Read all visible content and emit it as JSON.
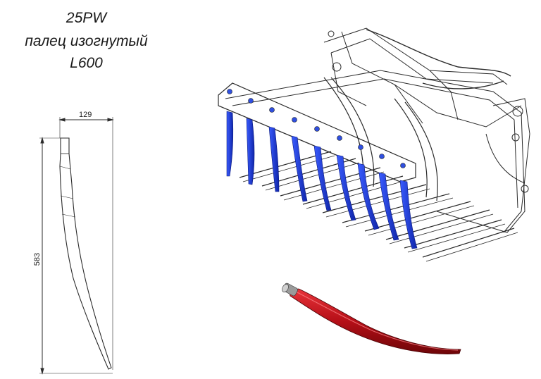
{
  "title": {
    "line1": "25PW",
    "line2": "палец изогнутый",
    "line3": "L600"
  },
  "dimensions": {
    "width": "129",
    "height": "583"
  },
  "colors": {
    "tine_highlight": "#1f3fd6",
    "tine_part": "#c4141c",
    "outline": "#2a2a2a"
  },
  "icons": {
    "tine_drawing": "curved-tine-technical-drawing",
    "grapple_bucket": "manure-grapple-bucket-line-drawing",
    "tine_render": "red-curved-tine-render"
  }
}
